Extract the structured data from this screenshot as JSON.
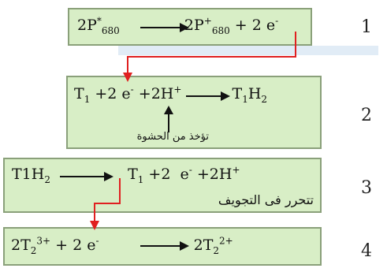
{
  "rows": [
    {
      "number": "1"
    },
    {
      "number": "2",
      "note": "تؤخذ من الحشوة"
    },
    {
      "number": "3",
      "note": "تتحرر فى التجويف"
    },
    {
      "number": "4"
    }
  ],
  "colors": {
    "box_fill": "#d8eec6",
    "box_border": "#8aa07a",
    "link_arrow": "#e02020"
  }
}
